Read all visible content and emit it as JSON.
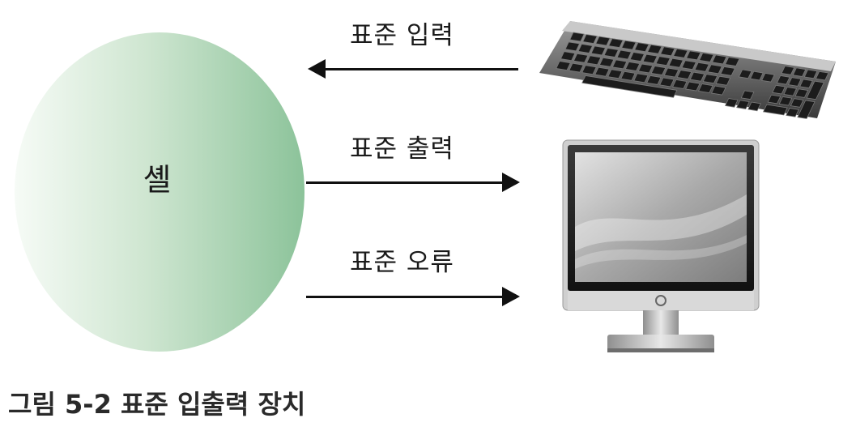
{
  "shell": {
    "label": "셸"
  },
  "streams": {
    "stdin": "표준 입력",
    "stdout": "표준 출력",
    "stderr": "표준 오류"
  },
  "devices": {
    "input": "keyboard-icon",
    "output": "monitor-icon"
  },
  "caption": "그림 5-2 표준 입출력 장치",
  "colors": {
    "shell_light": "#f6fbf6",
    "shell_dark": "#8cc39a",
    "arrow": "#111111"
  }
}
